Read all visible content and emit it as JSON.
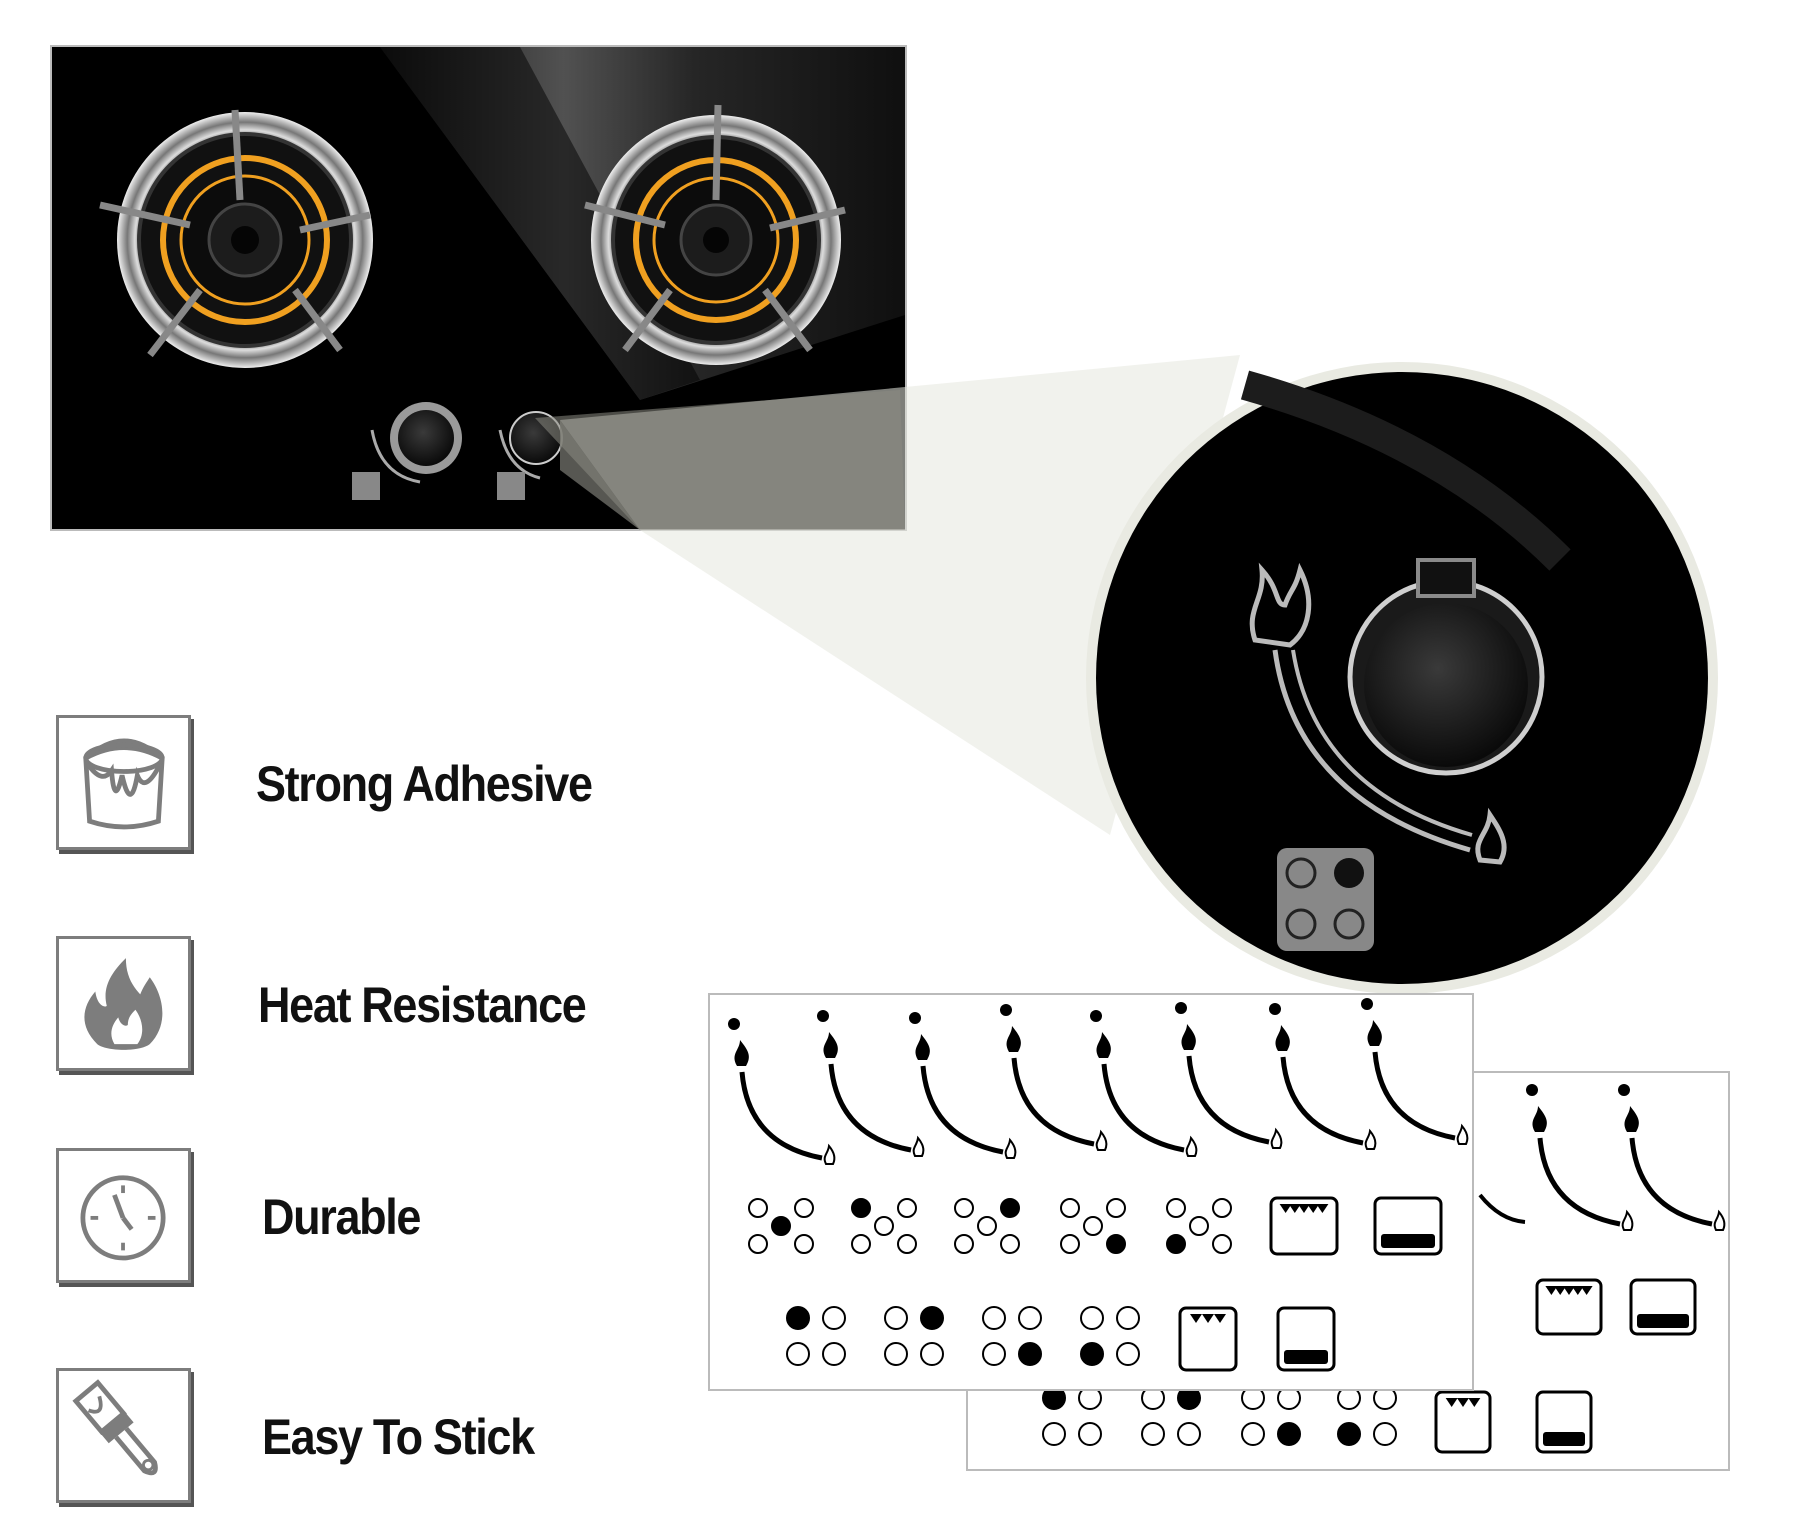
{
  "features": [
    {
      "label": "Strong Adhesive",
      "icon": "paint-bucket-icon"
    },
    {
      "label": "Heat Resistance",
      "icon": "flame-icon"
    },
    {
      "label": "Durable",
      "icon": "clock-icon"
    },
    {
      "label": "Easy To Stick",
      "icon": "paint-brush-icon"
    }
  ],
  "colors": {
    "cooktop": "#000000",
    "burner_ring": "#f0a020",
    "icon_gray": "#7d7d7d",
    "zoom_cone": "#e6e8df"
  }
}
